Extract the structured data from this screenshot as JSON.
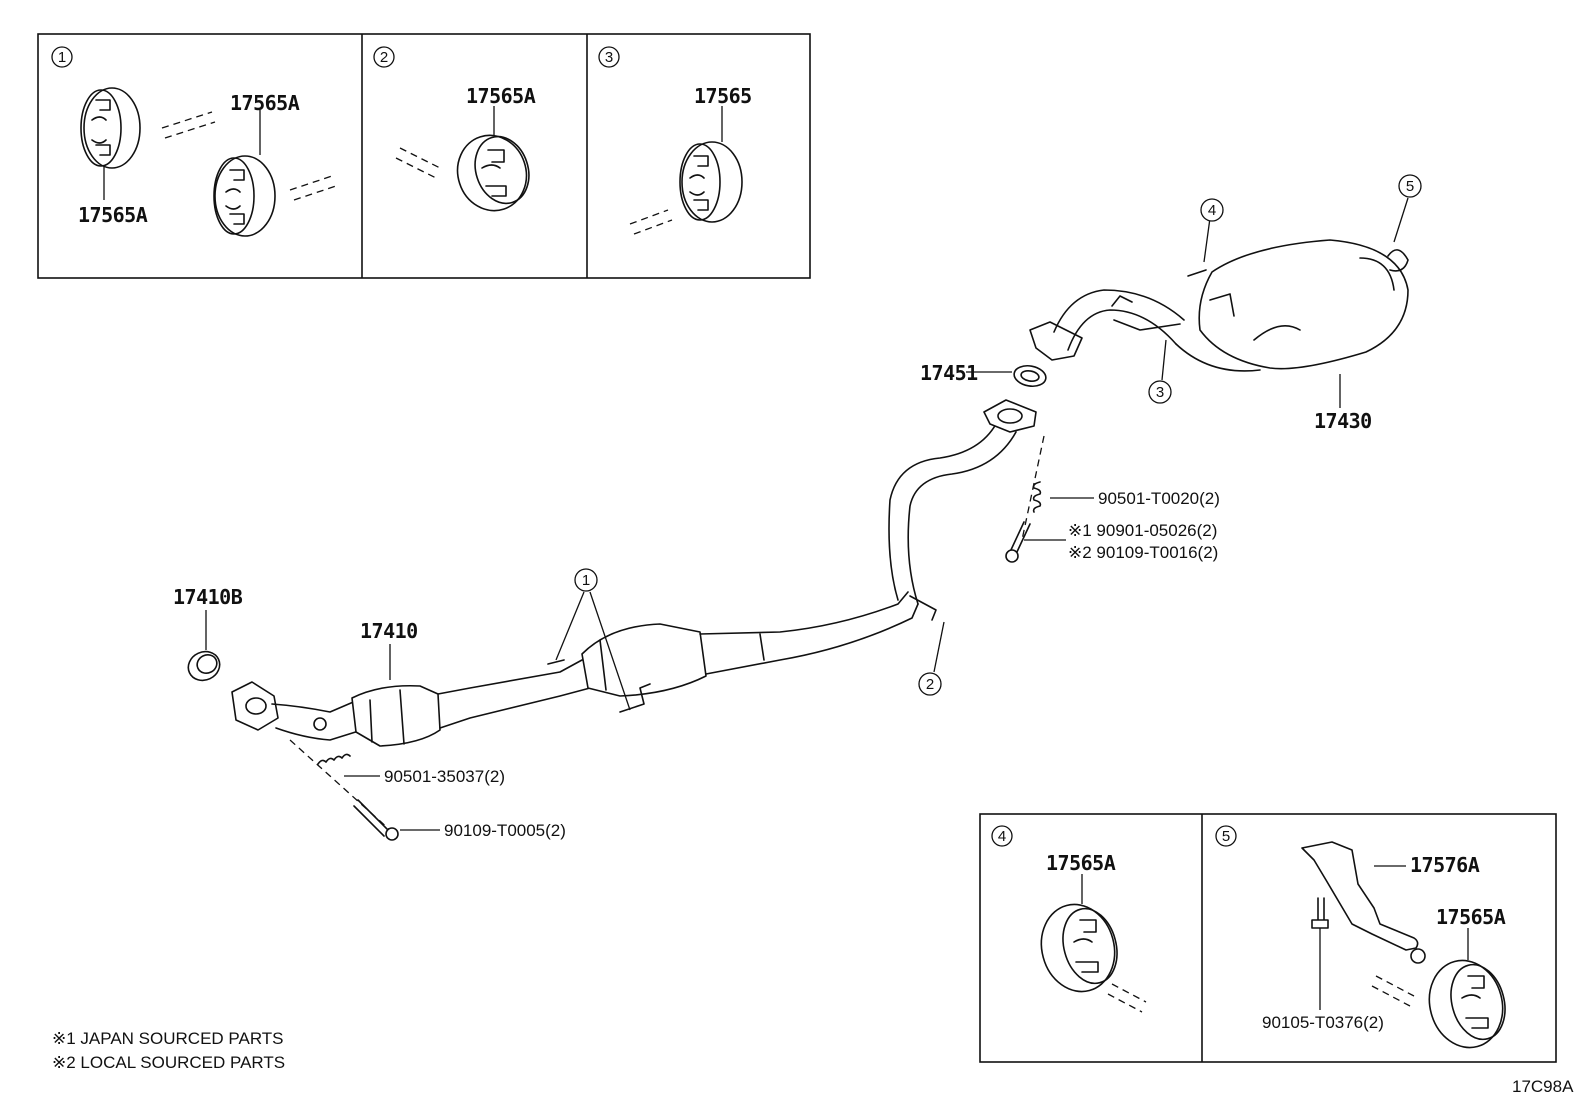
{
  "insets_top": [
    {
      "num": "1",
      "labels": [
        "17565A",
        "17565A"
      ]
    },
    {
      "num": "2",
      "labels": [
        "17565A"
      ]
    },
    {
      "num": "3",
      "labels": [
        "17565"
      ]
    }
  ],
  "insets_bottom": [
    {
      "num": "4",
      "labels": [
        "17565A"
      ]
    },
    {
      "num": "5",
      "labels": [
        "17576A",
        "17565A",
        "90105-T0376(2)"
      ]
    }
  ],
  "parts": {
    "p17410b": "17410B",
    "p17410": "17410",
    "p17451": "17451",
    "p17430": "17430",
    "gasket_spring_front": "90501-35037(2)",
    "bolt_front": "90109-T0005(2)",
    "spring_rear": "90501-T0020(2)",
    "bolt_rear_jp": "※1 90901-05026(2)",
    "bolt_rear_local": "※2 90109-T0016(2)"
  },
  "callouts": {
    "c1": "1",
    "c2": "2",
    "c3": "3",
    "c4": "4",
    "c5": "5"
  },
  "notes": [
    "※1 JAPAN SOURCED PARTS",
    "※2 LOCAL SOURCED PARTS"
  ],
  "diagram_code": "17C98A"
}
